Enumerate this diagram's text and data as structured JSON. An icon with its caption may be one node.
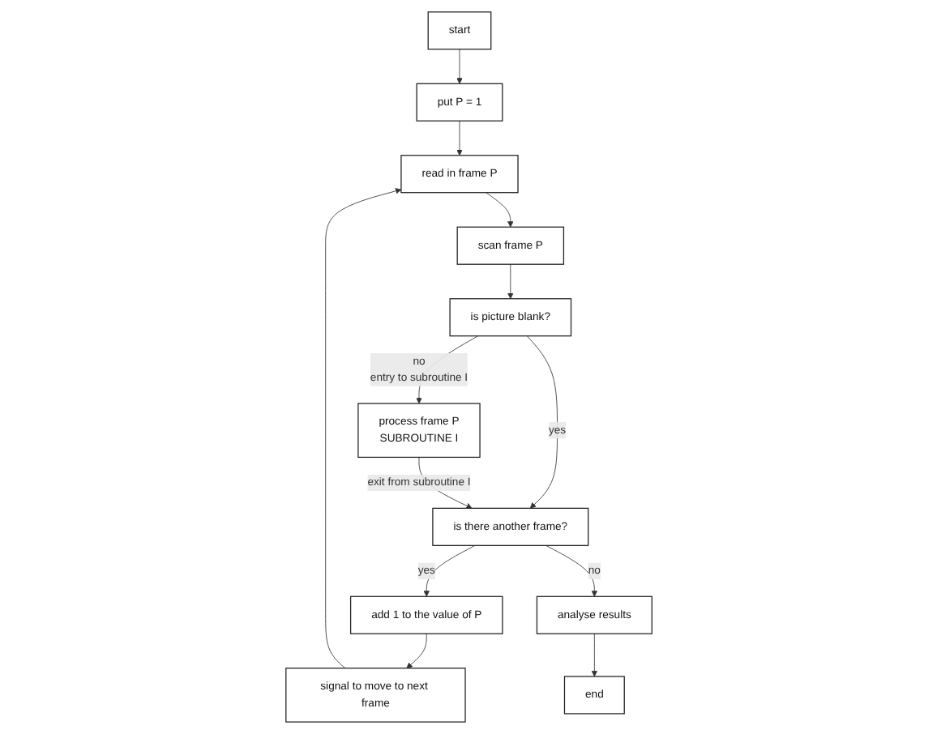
{
  "diagram": {
    "nodes": [
      {
        "text": [
          "start"
        ]
      },
      {
        "text": [
          "put P = 1"
        ]
      },
      {
        "text": [
          "read in frame P"
        ]
      },
      {
        "text": [
          "scan frame P"
        ]
      },
      {
        "text": [
          "is picture blank?"
        ]
      },
      {
        "text": [
          "signal to move to next frame"
        ]
      },
      {
        "text": [
          "add 1 to the value of P"
        ]
      },
      {
        "text": [
          "process frame P",
          "SUBROUTINE I"
        ],
        "beside": [
          "entry to subroutine I",
          "exit from subroutine I"
        ]
      },
      {
        "text": [
          "is there another frame?"
        ]
      },
      {
        "text": [
          "analyse results"
        ]
      },
      {
        "text": [
          "end"
        ]
      }
    ],
    "edges": [
      {
        "from": 0,
        "to": 1,
        "arrow": "to"
      },
      {
        "from": 1,
        "to": 2,
        "arrow": "to"
      },
      {
        "from": 2,
        "to": 3,
        "arrow": "to"
      },
      {
        "from": 3,
        "to": 4,
        "arrow": "to"
      },
      {
        "from": 4,
        "to": 7,
        "label": "no",
        "arrow": "to"
      },
      {
        "from": 4,
        "to": 8,
        "label": "yes",
        "arrow": "to"
      },
      {
        "from": 7,
        "to": 8,
        "arrow": "to"
      },
      {
        "from": 8,
        "to": 6,
        "label": "yes",
        "arrow": "to"
      },
      {
        "from": 6,
        "to": 5,
        "arrow": "to"
      },
      {
        "from": 5,
        "to": 2,
        "arrow": "to"
      },
      {
        "from": 8,
        "to": 9,
        "label": "no",
        "arrow": "to"
      },
      {
        "from": 9,
        "to": 10,
        "arrow": "to"
      }
    ]
  }
}
